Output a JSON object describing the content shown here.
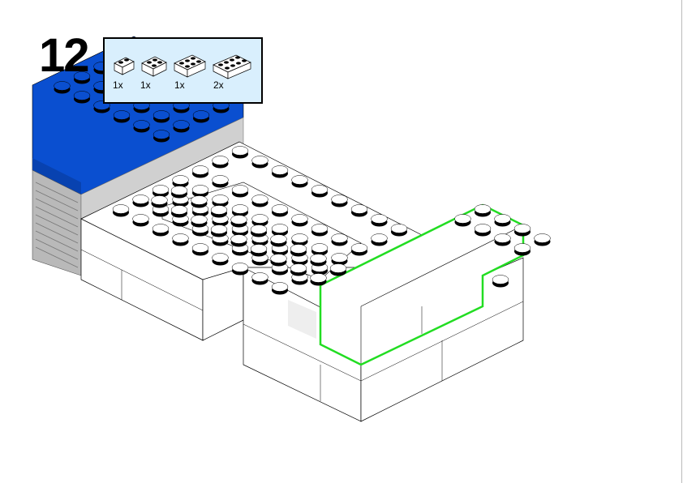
{
  "step_number": "12",
  "parts_list": [
    {
      "part": "brick-1x2-white",
      "quantity": "1x"
    },
    {
      "part": "brick-2x2-white",
      "quantity": "1x"
    },
    {
      "part": "brick-2x3-white",
      "quantity": "1x"
    },
    {
      "part": "brick-2x4-white",
      "quantity": "2x"
    }
  ],
  "colors": {
    "blue": "#0a4fd0",
    "gray": "#c8c8c8",
    "white": "#ffffff",
    "highlight": "#22dd22",
    "parts_bg": "#d9effd"
  }
}
